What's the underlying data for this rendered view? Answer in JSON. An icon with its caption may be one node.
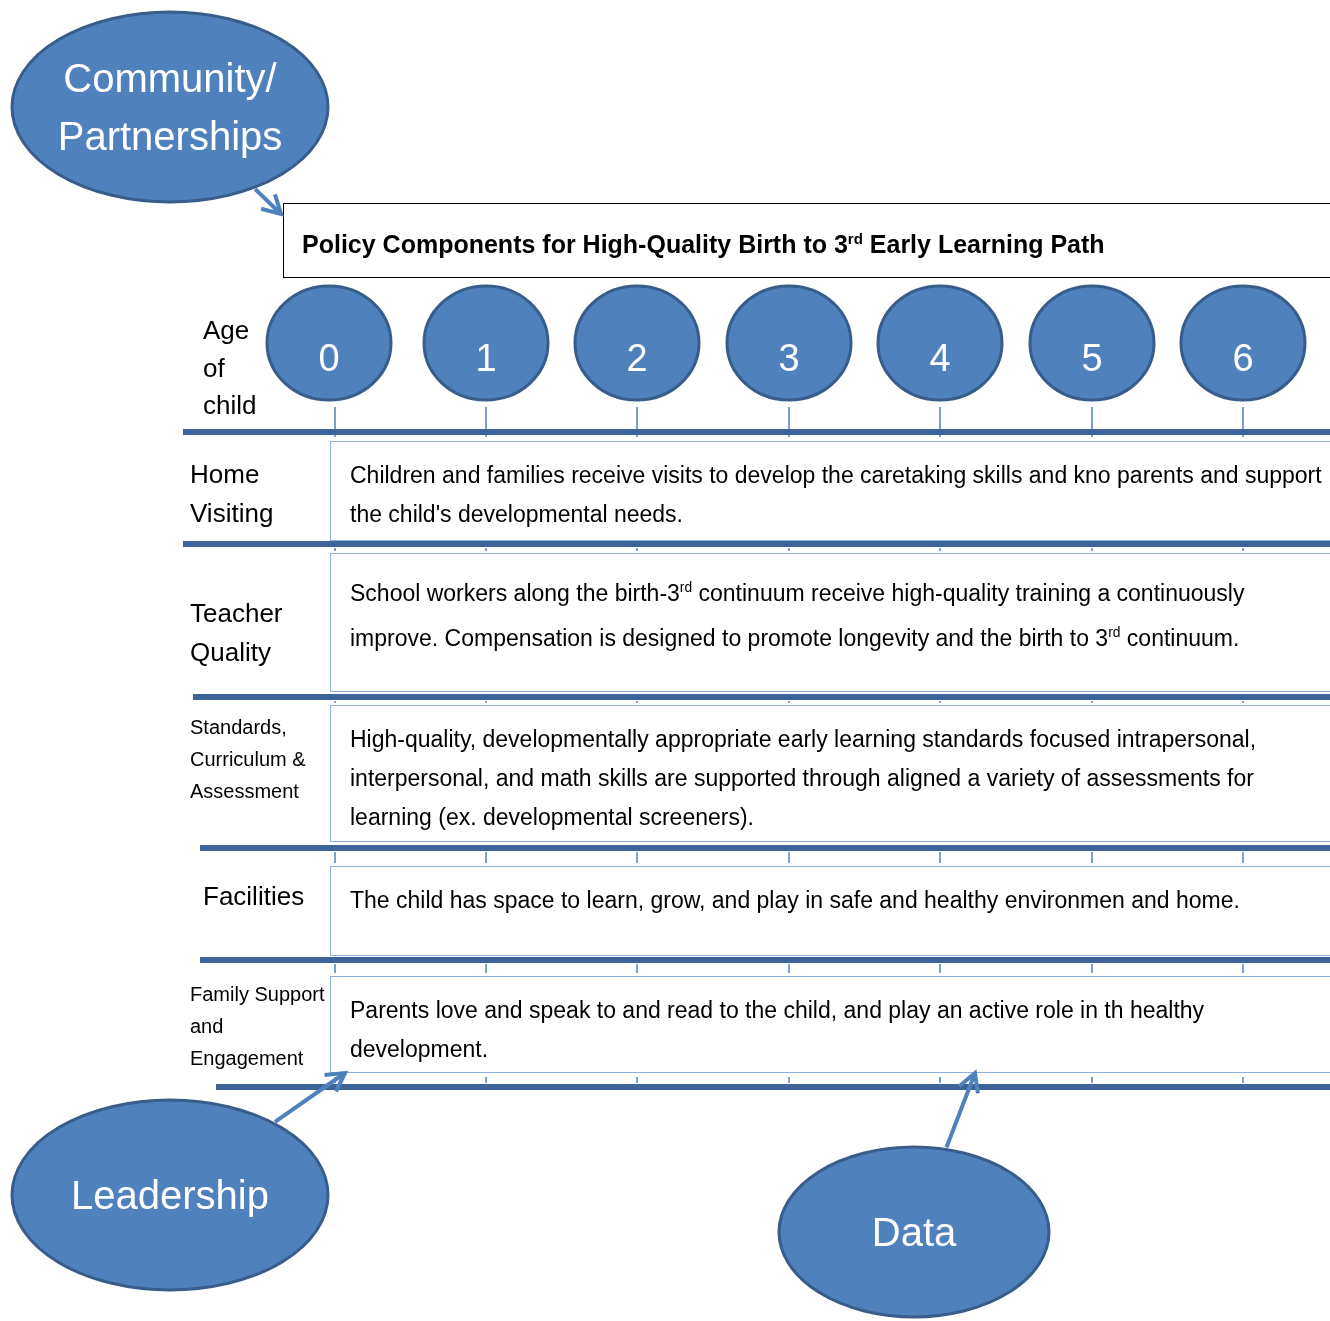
{
  "diagram": {
    "title": "Policy Components for High-Quality Birth to 3$^{rd}$ Early Learning Path",
    "nodes": [
      {
        "text": [
          "Community/ Partnerships"
        ]
      },
      {
        "text": [
          "0"
        ]
      },
      {
        "text": [
          "1"
        ]
      },
      {
        "text": [
          "2"
        ]
      },
      {
        "text": [
          "3"
        ]
      },
      {
        "text": [
          "4"
        ]
      },
      {
        "text": [
          "5"
        ]
      },
      {
        "text": [
          "6"
        ]
      },
      {
        "text": [
          "Children and families receive visits to develop the caretaking skills and kno parents and support the child's developmental needs."
        ]
      },
      {
        "text": [
          "School workers along the birth-3$^{rd}$ continuum receive high-quality training a continuously improve. Compensation is designed to promote longevity and the birth to 3$^{rd}$ continuum."
        ]
      },
      {
        "text": [
          "High-quality, developmentally appropriate early learning standards focused intrapersonal, interpersonal, and math skills are supported through aligned a variety of assessments for learning (ex. developmental screeners)."
        ]
      },
      {
        "text": [
          "The child has space to learn, grow, and play in safe and healthy environmen and home."
        ]
      },
      {
        "text": [
          "Parents love and speak to and read to the child, and play an active role in th healthy development."
        ]
      },
      {
        "text": [
          "Leadership"
        ]
      },
      {
        "text": [
          "Data"
        ]
      }
    ],
    "edges": [
      {
        "from": 0,
        "to": null,
        "arrow": "to"
      },
      {
        "from": 13,
        "to": 12,
        "arrow": "to"
      },
      {
        "from": 14,
        "to": 12,
        "arrow": "to"
      }
    ],
    "labels": [
      "Age of child",
      "Home Visiting",
      "Teacher Quality",
      "Standards, Curriculum & Assessment",
      "Facilities",
      "Family Support and Engagement"
    ]
  }
}
